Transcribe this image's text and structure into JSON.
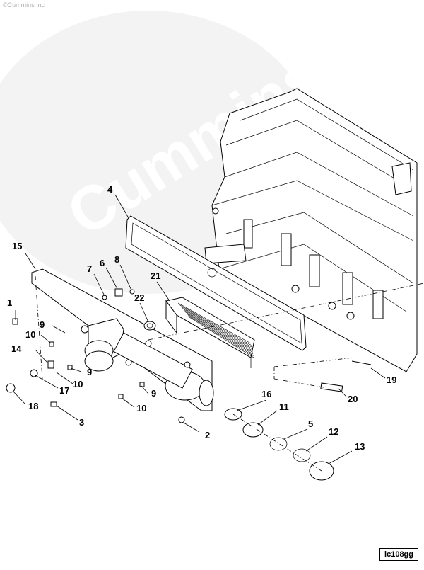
{
  "copyright": "©Cummins Inc",
  "watermark": "Cummins",
  "figure_code": "lc108gg",
  "callouts": {
    "c1": "1",
    "c2": "2",
    "c3": "3",
    "c4": "4",
    "c5": "5",
    "c6": "6",
    "c7": "7",
    "c8": "8",
    "c9a": "9",
    "c9b": "9",
    "c9c": "9",
    "c10a": "10",
    "c10b": "10",
    "c10c": "10",
    "c11": "11",
    "c12": "12",
    "c13": "13",
    "c14": "14",
    "c15": "15",
    "c16": "16",
    "c17": "17",
    "c18": "18",
    "c19": "19",
    "c20": "20",
    "c21": "21",
    "c22": "22"
  }
}
